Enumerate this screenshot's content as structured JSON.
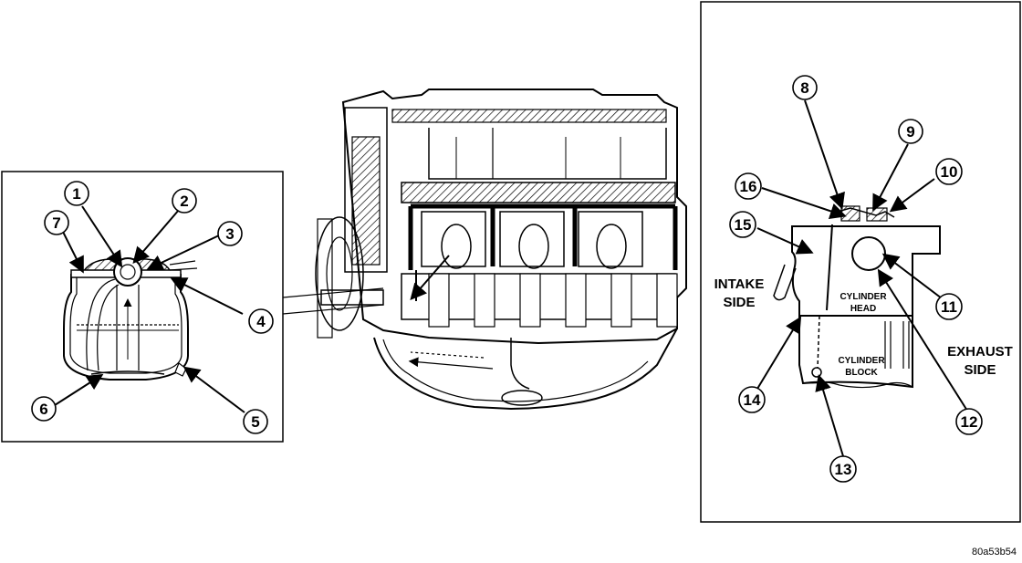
{
  "callouts": [
    {
      "number": "1",
      "label": "1"
    },
    {
      "number": "2",
      "label": "2"
    },
    {
      "number": "3",
      "label": "3"
    },
    {
      "number": "4",
      "label": "4"
    },
    {
      "number": "5",
      "label": "5"
    },
    {
      "number": "6",
      "label": "6"
    },
    {
      "number": "7",
      "label": "7"
    },
    {
      "number": "8",
      "label": "8"
    },
    {
      "number": "9",
      "label": "9"
    },
    {
      "number": "10",
      "label": "10"
    },
    {
      "number": "11",
      "label": "11"
    },
    {
      "number": "12",
      "label": "12"
    },
    {
      "number": "13",
      "label": "13"
    },
    {
      "number": "14",
      "label": "14"
    },
    {
      "number": "15",
      "label": "15"
    },
    {
      "number": "16",
      "label": "16"
    }
  ],
  "labels": {
    "intake_line1": "INTAKE",
    "intake_line2": "SIDE",
    "exhaust_line1": "EXHAUST",
    "exhaust_line2": "SIDE",
    "head_line1": "CYLINDER",
    "head_line2": "HEAD",
    "block_line1": "CYLINDER",
    "block_line2": "BLOCK"
  },
  "figure_code": "80a53b54"
}
